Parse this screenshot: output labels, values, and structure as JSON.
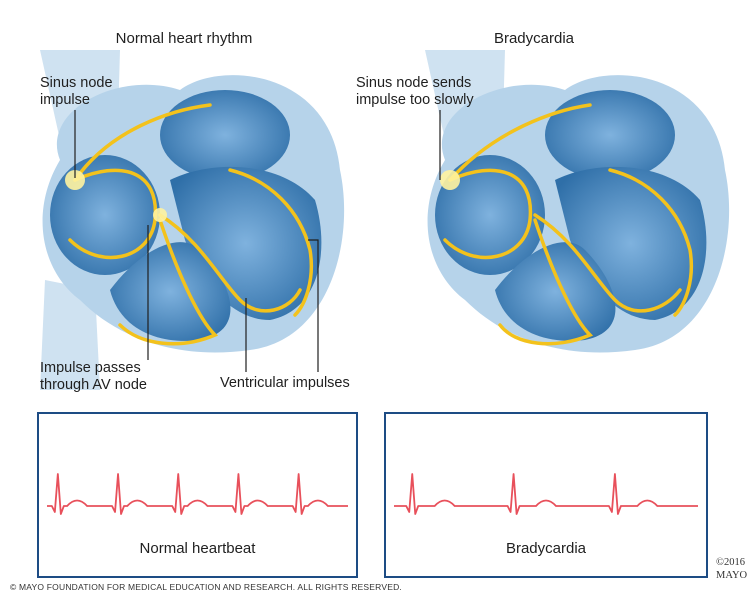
{
  "panels": {
    "left": {
      "title": "Normal heart rhythm",
      "labels": {
        "sinus_node": "Sinus node\nimpulse",
        "av_node": "Impulse passes\nthrough AV node",
        "ventricular": "Ventricular impulses"
      }
    },
    "right": {
      "title": "Bradycardia",
      "labels": {
        "sinus_node": "Sinus node sends\nimpulse too slowly"
      }
    }
  },
  "ecg": {
    "left_caption": "Normal heartbeat",
    "right_caption": "Bradycardia",
    "left_beats": 5,
    "right_beats": 3
  },
  "footer": {
    "copyright": "© MAYO FOUNDATION FOR MEDICAL EDUCATION AND RESEARCH. ALL RIGHTS RESERVED.",
    "mark": "©2016\nMAYO"
  },
  "colors": {
    "heart_outer": "#b6d3ea",
    "heart_inner": "#4e8fc6",
    "heart_dark": "#2f6fa8",
    "impulse": "#f3c21c",
    "impulse_glow": "#fff3a0",
    "ecg_line": "#e8505b",
    "panel_border": "#1d4c84"
  }
}
